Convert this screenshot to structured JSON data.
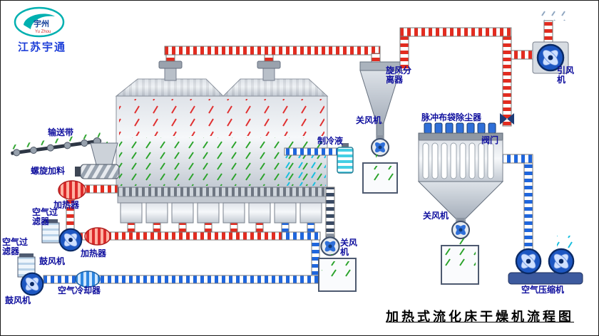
{
  "logo": {
    "oval_text": "宇州",
    "oval_sub": "Yu Zhou",
    "company": "江苏宇通"
  },
  "title": "加热式流化床干燥机流程图",
  "labels": {
    "conveyor": "输送带",
    "screw_feeder": "螺旋加料",
    "heater_top": "加热器",
    "air_filter_top": "空气过滤器",
    "blower_top": "鼓风机",
    "air_filter_bottom": "空气过滤器",
    "blower_bottom": "鼓风机",
    "heater_bottom": "加热器",
    "air_cooler": "空气冷却器",
    "refrigerant": "制冷液",
    "cyclone": "旋风分离器",
    "airlock_cyclone": "关风机",
    "dust_collector": "脉冲布袋除尘器",
    "valve": "阀门",
    "induced_fan": "引风机",
    "airlock_collector": "关风机",
    "airlock_dryer": "关风机",
    "compressor": "空气压缩机"
  },
  "colors": {
    "label_text": "#0f0f9e",
    "hot_air_pipe": "#e22c20",
    "cold_air_pipe": "#1f66dd",
    "material": "#2ba32b",
    "refrigerant": "#44cfe4",
    "fan_body": "#1d57c2"
  }
}
